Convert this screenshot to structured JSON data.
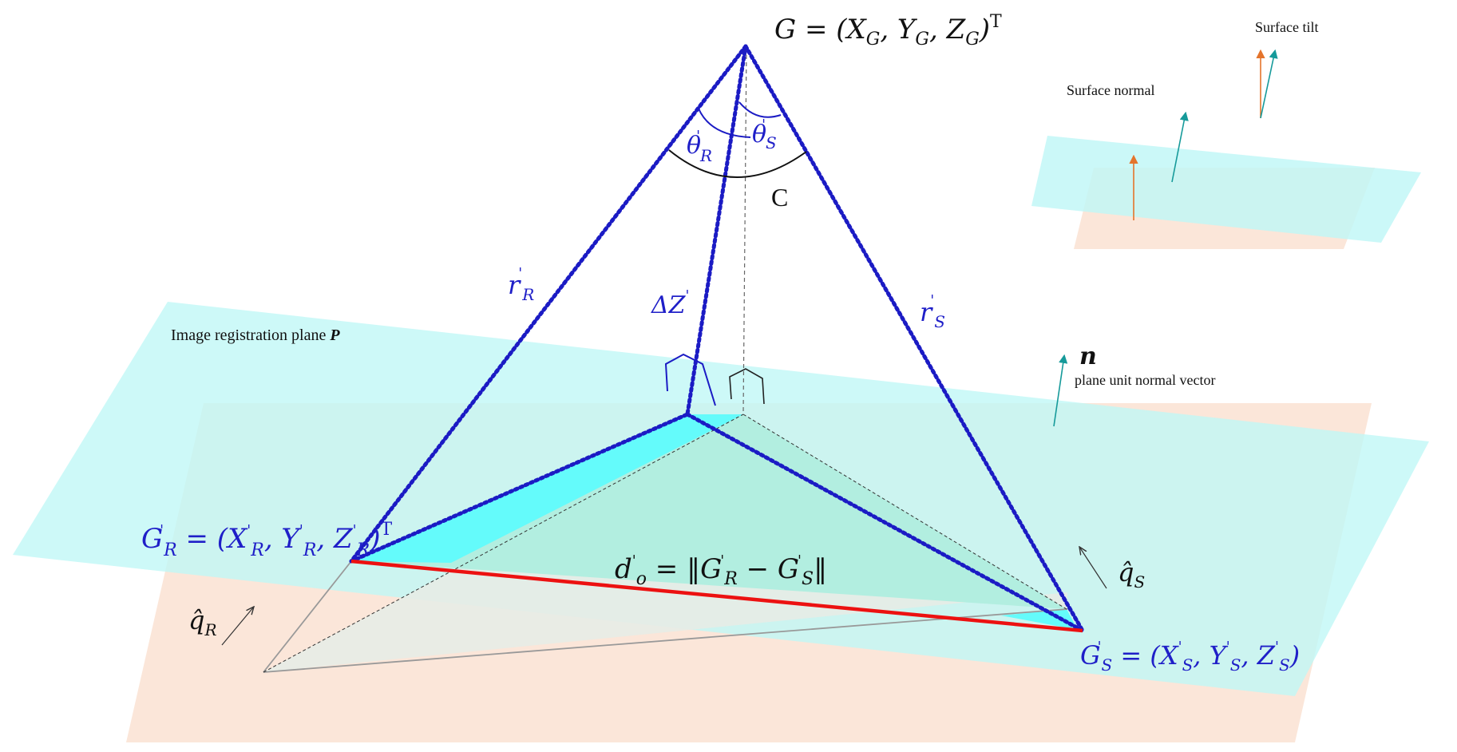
{
  "colors": {
    "plane": "#c9f8f7",
    "ground": "#fbe6d9",
    "tri_cyan": "#64fbfb",
    "tri_gray": "#e7ece6",
    "tri_mint": "#b2eee0",
    "dotted": "#1b1bc4",
    "red": "#ec1111",
    "teal_arrow": "#169a9a",
    "orange_arrow": "#e4742c",
    "blue_text": "#1f1fc8",
    "black": "#111111"
  },
  "labels": {
    "G_title": "G = (X",
    "G_sub_x": "G",
    "G_comma1": ", Y",
    "G_sub_y": "G",
    "G_comma2": ", Z",
    "G_sub_z": "G",
    "G_close": ")",
    "G_T": "T",
    "theta_R": "θ",
    "theta_R_prime": "'",
    "theta_R_sub": "R",
    "theta_S": "θ",
    "theta_S_prime": "'",
    "theta_S_sub": "S",
    "C": "C",
    "r_R": "r",
    "r_R_prime": "'",
    "r_R_sub": "R",
    "deltaZ": "ΔZ",
    "deltaZ_prime": "'",
    "r_S": "r",
    "r_S_prime": "'",
    "r_S_sub": "S",
    "plane_name": "Image registration plane ",
    "plane_symbol": "P",
    "n_symbol": "n",
    "n_desc": "plane unit normal vector",
    "surface_tilt": "Surface tilt",
    "surface_normal": "Surface normal",
    "GR_head": "G",
    "GR_head_prime": "'",
    "GR_head_sub": "R",
    "GR_eq": " = (X",
    "GR_x_prime": "'",
    "GR_x_sub": "R",
    "GR_c1": ", Y",
    "GR_y_prime": "'",
    "GR_y_sub": "R",
    "GR_c2": ", Z",
    "GR_z_prime": "'",
    "GR_z_sub": "R",
    "GR_close": ")",
    "GR_T": "T",
    "d_head": "d",
    "d_prime": "'",
    "d_sub": "o",
    "d_eq": " = ‖G",
    "d_g1_prime": "'",
    "d_g1_sub": "R",
    "d_minus": " − G",
    "d_g2_prime": "'",
    "d_g2_sub": "S",
    "d_close": "‖",
    "GS_head": "G",
    "GS_head_prime": "'",
    "GS_head_sub": "S",
    "GS_eq": " = (X",
    "GS_x_prime": "'",
    "GS_x_sub": "S",
    "GS_c1": ", Y",
    "GS_y_prime": "'",
    "GS_y_sub": "S",
    "GS_c2": ", Z",
    "GS_z_prime": "'",
    "GS_z_sub": "S",
    "GS_close": ")",
    "qR": "q̂",
    "qR_sub": "R",
    "qS": "q̂",
    "qS_sub": "S"
  }
}
